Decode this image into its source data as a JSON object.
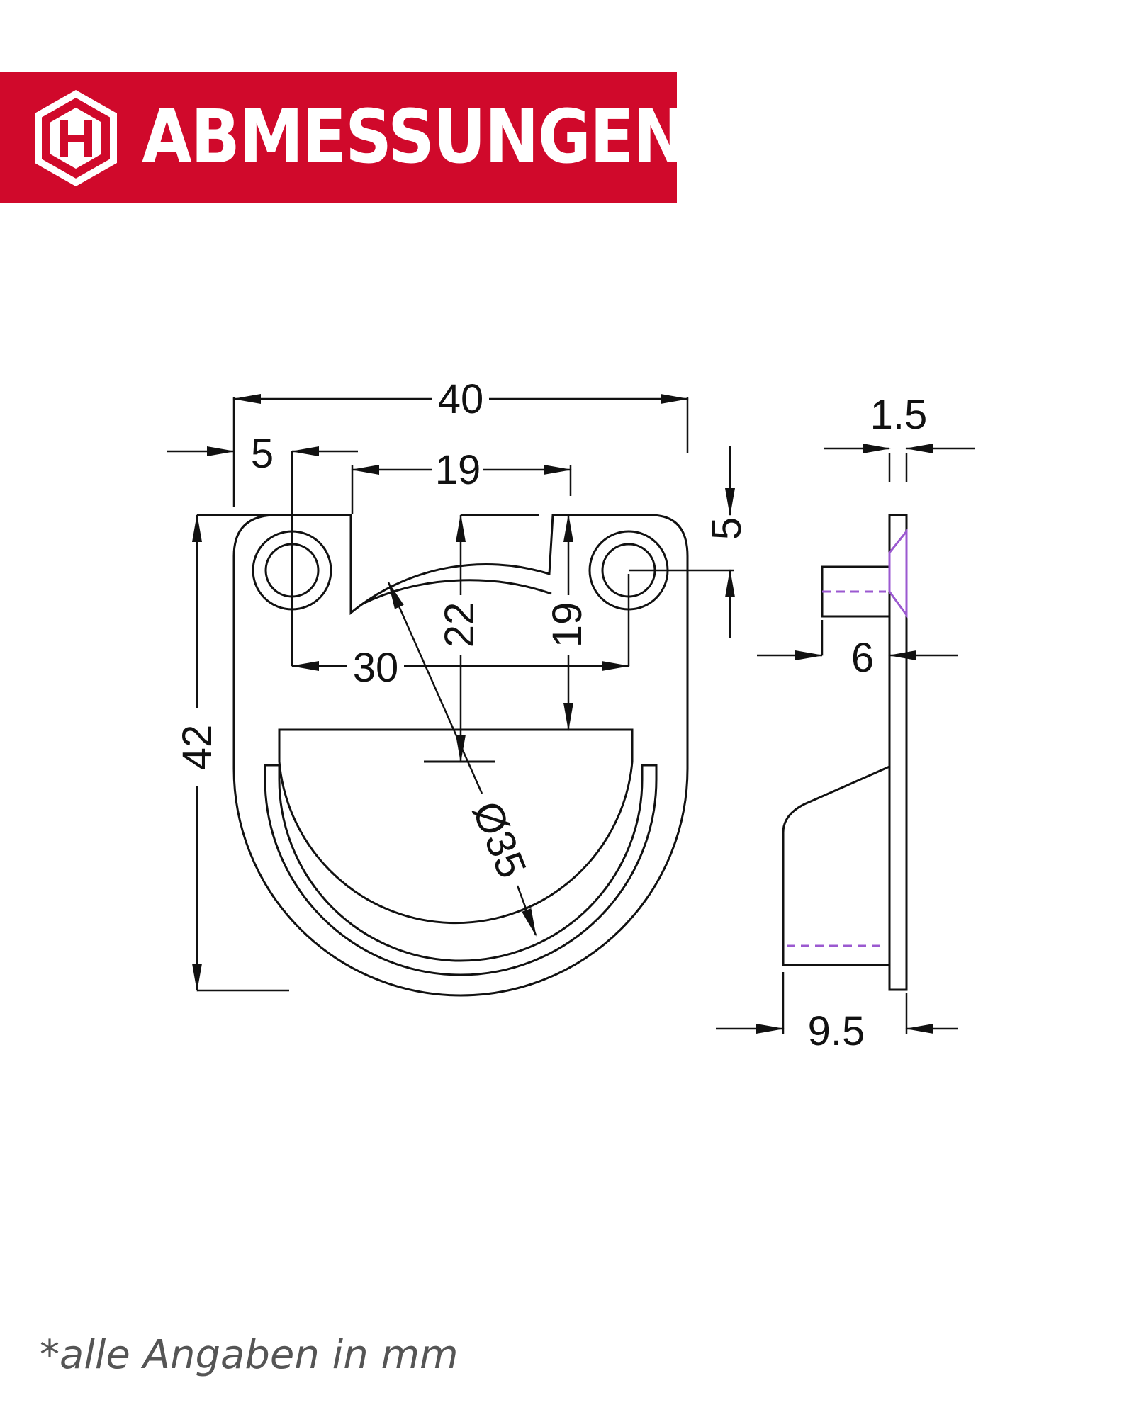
{
  "header": {
    "title": "ABMESSUNGEN",
    "banner_color": "#d0092b",
    "logo_icon": "hexagon-h-icon"
  },
  "dimensions": {
    "width_total": "40",
    "left_offset": "5",
    "cutout_width": "19",
    "hole_top_offset": "5",
    "plate_thickness": "1.5",
    "hole_spacing": "30",
    "depth_22": "22",
    "depth_19": "19",
    "height_total": "42",
    "diameter": "Ø35",
    "pin_length": "6",
    "total_depth": "9.5"
  },
  "colors": {
    "line": "#111111",
    "hidden_line": "#9b59d0"
  },
  "footnote": "*alle Angaben in mm"
}
